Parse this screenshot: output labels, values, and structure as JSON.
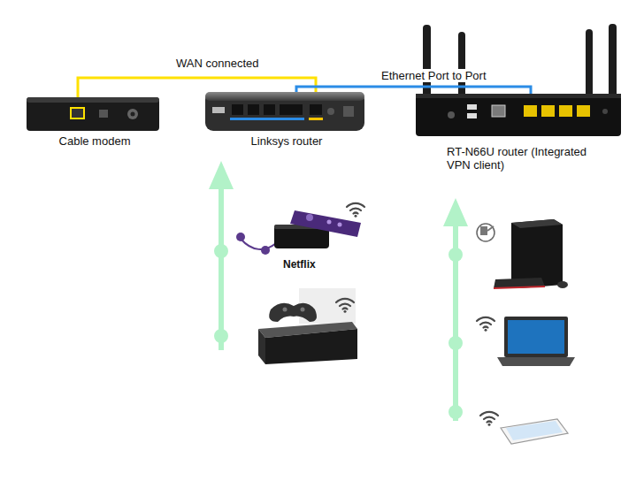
{
  "diagram": {
    "nodes": [
      {
        "text": [
          "Cable modem"
        ]
      },
      {
        "text": [
          "Linksys router"
        ]
      },
      {
        "text": [
          "RT-N66U router (Integrated VPN client)"
        ]
      }
    ],
    "edges": [
      {
        "from": 0,
        "to": 1,
        "arrow": "none",
        "label": "WAN connected"
      },
      {
        "from": 1,
        "to": 2,
        "arrow": "none",
        "label": "Ethernet Port to Port"
      }
    ],
    "labels": [
      "Netflix"
    ]
  }
}
